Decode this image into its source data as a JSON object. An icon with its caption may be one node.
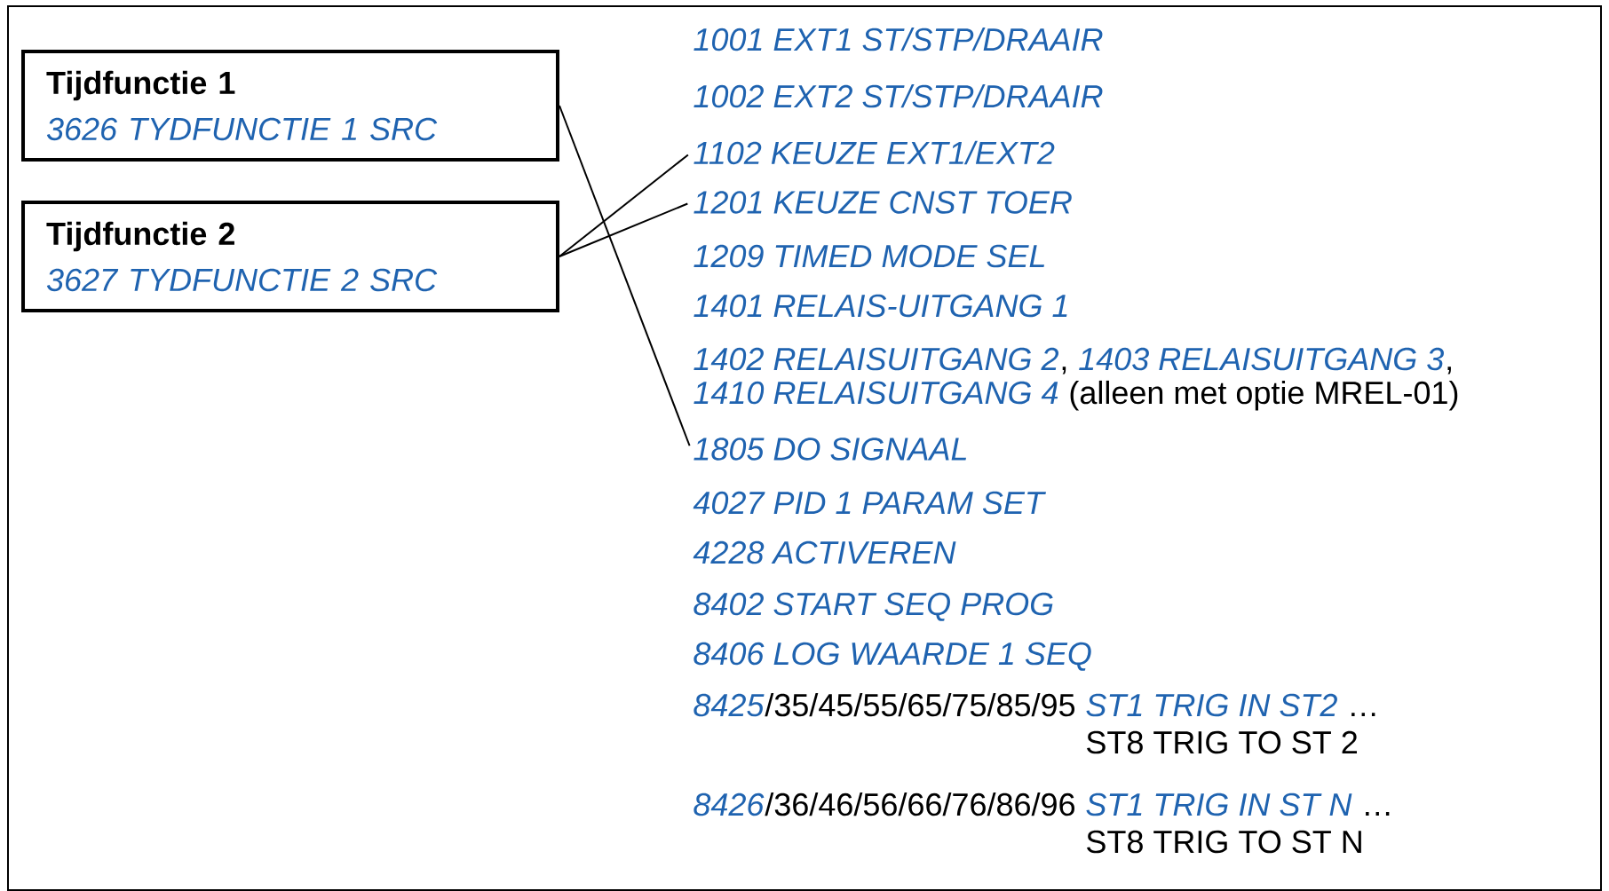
{
  "diagram": {
    "nodes": [
      {
        "text": [
          "Tijdfunctie 1",
          "3626 TYDFUNCTIE 1 SRC"
        ]
      },
      {
        "text": [
          "Tijdfunctie 2",
          "3627 TYDFUNCTIE 2 SRC"
        ]
      },
      {
        "text": [
          "1102 KEUZE EXT1/EXT2"
        ]
      },
      {
        "text": [
          "1201 KEUZE CNST TOER"
        ]
      },
      {
        "text": [
          "1805 DO SIGNAAL"
        ]
      }
    ],
    "edges": [
      {
        "from": 0,
        "to": 4,
        "arrow": "none"
      },
      {
        "from": 1,
        "to": 2,
        "arrow": "none"
      },
      {
        "from": 1,
        "to": 3,
        "arrow": "none"
      }
    ],
    "labels": [
      "1001 EXT1 ST/STP/DRAAIR",
      "1002 EXT2 ST/STP/DRAAIR",
      "1209 TIMED MODE SEL",
      "1401 RELAIS-UITGANG 1",
      "1402 RELAISUITGANG 2",
      ",",
      "1403 RELAISUITGANG 3",
      ",",
      "1410 RELAISUITGANG 4",
      "(alleen met optie MREL-01)",
      "4027 PID 1 PARAM SET",
      "4228 ACTIVEREN",
      "8402 START SEQ PROG",
      "8406 LOG WAARDE 1 SEQ",
      "8425",
      "/35/45/55/65/75/85/95",
      "ST1 TRIG IN ST2",
      "…",
      "ST8 TRIG TO ST 2",
      "8426",
      "/36/46/56/66/76/86/96",
      "ST1 TRIG IN ST N",
      "…",
      "ST8 TRIG TO ST N"
    ]
  }
}
